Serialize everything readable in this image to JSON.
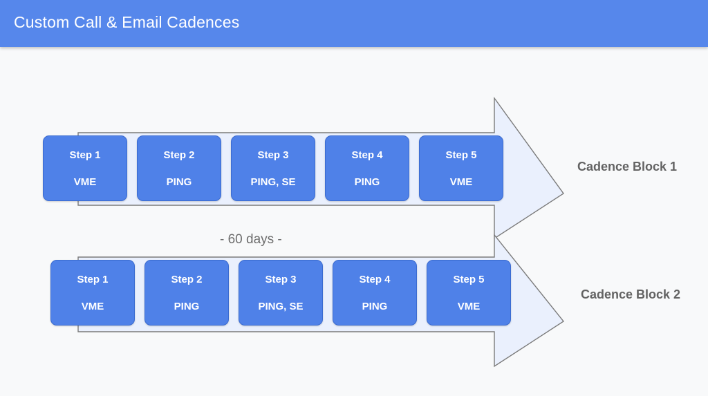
{
  "header": {
    "title": "Custom Call & Email Cadences",
    "background_color": "#5687eb",
    "text_color": "#ffffff"
  },
  "canvas": {
    "background_color": "#f8f9fa",
    "arrow_fill": "#eaf0fd",
    "arrow_stroke": "#7a7a7a",
    "box_fill": "#4f81e8",
    "box_stroke": "#3a6bd0",
    "label_color": "#636363"
  },
  "blocks": [
    {
      "label": "Cadence Block 1",
      "steps": [
        {
          "title": "Step 1",
          "detail": "VME"
        },
        {
          "title": "Step 2",
          "detail": "PING"
        },
        {
          "title": "Step 3",
          "detail": "PING, SE"
        },
        {
          "title": "Step 4",
          "detail": "PING"
        },
        {
          "title": "Step 5",
          "detail": "VME"
        }
      ]
    },
    {
      "label": "Cadence Block 2",
      "steps": [
        {
          "title": "Step 1",
          "detail": "VME"
        },
        {
          "title": "Step 2",
          "detail": "PING"
        },
        {
          "title": "Step 3",
          "detail": "PING, SE"
        },
        {
          "title": "Step 4",
          "detail": "PING"
        },
        {
          "title": "Step 5",
          "detail": "VME"
        }
      ]
    }
  ],
  "gap": {
    "label": "-   60 days -"
  }
}
